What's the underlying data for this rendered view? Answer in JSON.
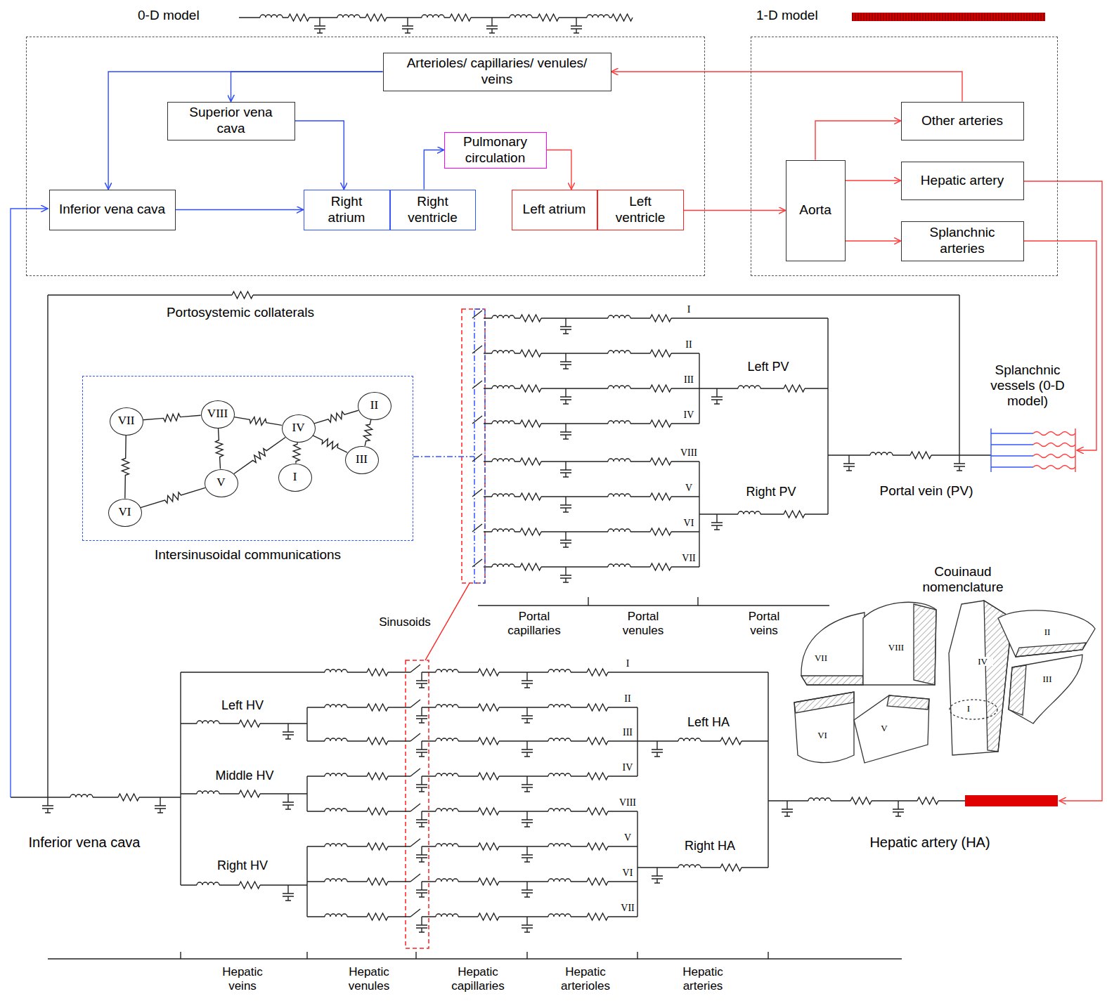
{
  "diagram": {
    "nodes": [
      {
        "text": [
          "0-D model"
        ]
      },
      {
        "text": [
          "1-D model"
        ]
      },
      {
        "text": [
          "Arterioles/ capillaries/ venules/ veins"
        ],
        "in": 0
      },
      {
        "text": [
          "Superior vena cava"
        ],
        "in": 0
      },
      {
        "text": [
          "Pulmonary circulation"
        ],
        "in": 0
      },
      {
        "text": [
          "Inferior vena cava"
        ],
        "in": 0
      },
      {
        "text": [
          "Right atrium"
        ],
        "in": 0
      },
      {
        "text": [
          "Right ventricle"
        ],
        "in": 0
      },
      {
        "text": [
          "Left atrium"
        ],
        "in": 0
      },
      {
        "text": [
          "Left ventricle"
        ],
        "in": 0
      },
      {
        "text": [
          "Aorta"
        ],
        "in": 1
      },
      {
        "text": [
          "Other arteries"
        ],
        "in": 1
      },
      {
        "text": [
          "Hepatic artery"
        ],
        "in": 1
      },
      {
        "text": [
          "Splanchnic arteries"
        ],
        "in": 1
      },
      {
        "text": [
          "Intersinusoidal communications"
        ]
      },
      {
        "text": [
          "VII"
        ],
        "in": 14
      },
      {
        "text": [
          "VIII"
        ],
        "in": 14
      },
      {
        "text": [
          "IV"
        ],
        "in": 14
      },
      {
        "text": [
          "II"
        ],
        "in": 14
      },
      {
        "text": [
          "III"
        ],
        "in": 14
      },
      {
        "text": [
          "I"
        ],
        "in": 14
      },
      {
        "text": [
          "V"
        ],
        "in": 14
      },
      {
        "text": [
          "VI"
        ],
        "in": 14
      }
    ],
    "edges": [
      {
        "from": 2,
        "to": 3,
        "arrow": "to"
      },
      {
        "from": 2,
        "to": 5,
        "arrow": "to"
      },
      {
        "from": 3,
        "to": 6,
        "arrow": "to"
      },
      {
        "from": 5,
        "to": 6,
        "arrow": "to"
      },
      {
        "from": 7,
        "to": 4,
        "arrow": "to"
      },
      {
        "from": 4,
        "to": 8,
        "arrow": "to"
      },
      {
        "from": 9,
        "to": 10,
        "arrow": "to"
      },
      {
        "from": 10,
        "to": 11,
        "arrow": "to"
      },
      {
        "from": 10,
        "to": 12,
        "arrow": "to"
      },
      {
        "from": 10,
        "to": 13,
        "arrow": "to"
      },
      {
        "from": 11,
        "to": 2,
        "arrow": "to"
      },
      {
        "from": 15,
        "to": 16,
        "arrow": "none"
      },
      {
        "from": 15,
        "to": 22,
        "arrow": "none"
      },
      {
        "from": 16,
        "to": 17,
        "arrow": "none"
      },
      {
        "from": 16,
        "to": 21,
        "arrow": "none"
      },
      {
        "from": 17,
        "to": 18,
        "arrow": "none"
      },
      {
        "from": 17,
        "to": 19,
        "arrow": "none"
      },
      {
        "from": 17,
        "to": 20,
        "arrow": "none"
      },
      {
        "from": 17,
        "to": 21,
        "arrow": "none"
      },
      {
        "from": 18,
        "to": 19,
        "arrow": "none"
      },
      {
        "from": 21,
        "to": 22,
        "arrow": "none"
      }
    ],
    "labels": [
      "Portosystemic collaterals",
      "I",
      "II",
      "III",
      "IV",
      "VIII",
      "V",
      "VI",
      "VII",
      "Left PV",
      "Right PV",
      "Portal vein (PV)",
      "Splanchnic vessels (0-D model)",
      "Sinusoids",
      "Portal capillaries",
      "Portal venules",
      "Portal veins",
      "Couinaud nomenclature",
      "VII",
      "VIII",
      "IV",
      "II",
      "III",
      "I",
      "VI",
      "V",
      "I",
      "II",
      "III",
      "IV",
      "VIII",
      "V",
      "VI",
      "VII",
      "Left HV",
      "Middle HV",
      "Left HA",
      "Right HA",
      "Right HV",
      "Inferior vena cava",
      "Hepatic artery (HA)",
      "Hepatic veins",
      "Hepatic venules",
      "Hepatic capillaries",
      "Hepatic arterioles",
      "Hepatic arteries"
    ]
  }
}
